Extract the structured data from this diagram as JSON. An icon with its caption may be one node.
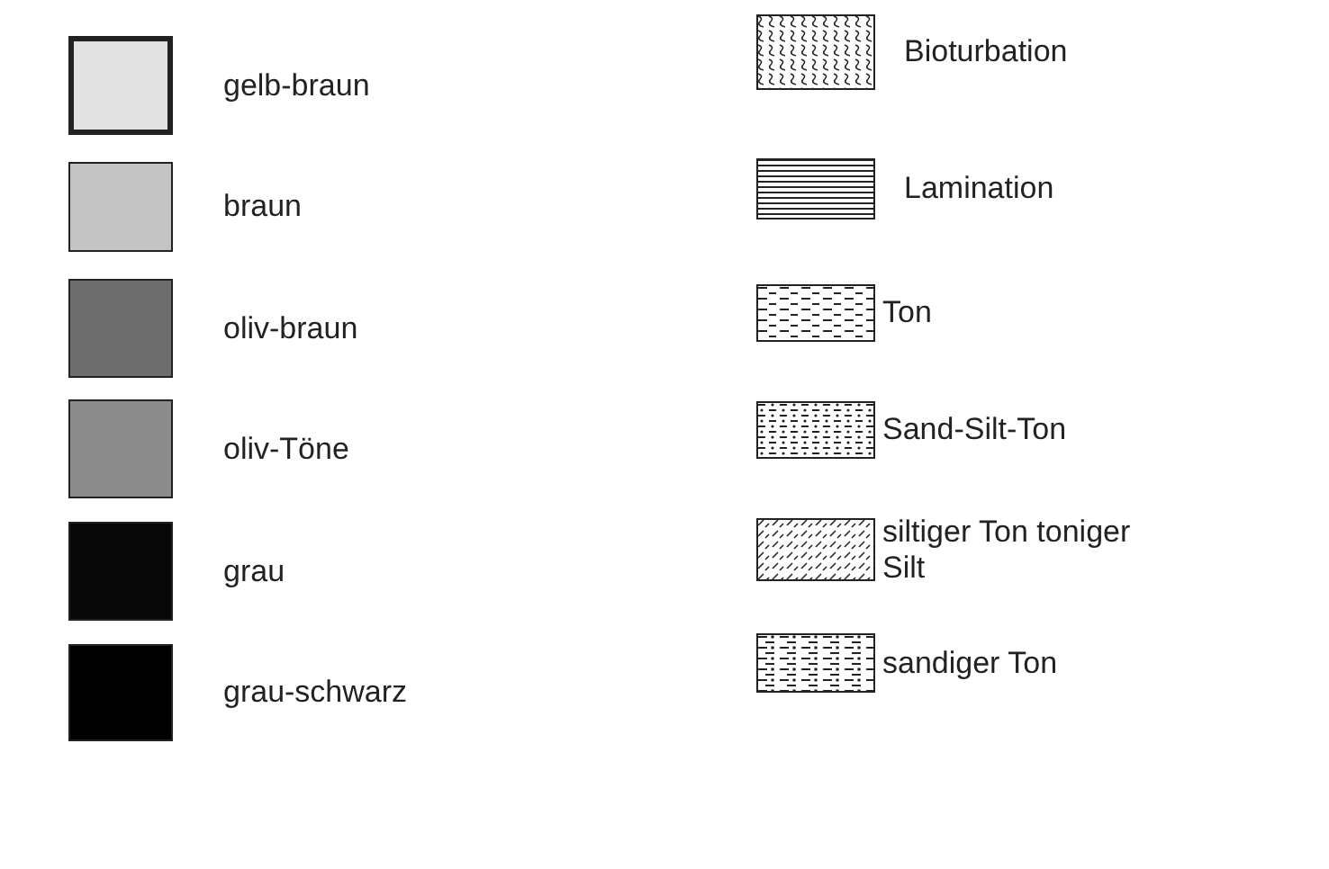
{
  "diagram": {
    "legend": [
      {
        "text": "gelb-braun",
        "color": "#e2e2e2"
      },
      {
        "text": "braun",
        "color": "#c4c4c4"
      },
      {
        "text": "oliv-braun",
        "color": "#6e6e6e"
      },
      {
        "text": "oliv-Töne",
        "color": "#8c8c8c"
      },
      {
        "text": "grau",
        "color": "#080808"
      },
      {
        "text": "grau-schwarz",
        "color": "#000000"
      },
      {
        "text": "Bioturbation"
      },
      {
        "text": "Lamination"
      },
      {
        "text": "Ton"
      },
      {
        "text": "Sand-Silt-Ton"
      },
      {
        "text": "siltiger Ton toniger Silt"
      },
      {
        "text": "sandiger Ton"
      }
    ]
  }
}
